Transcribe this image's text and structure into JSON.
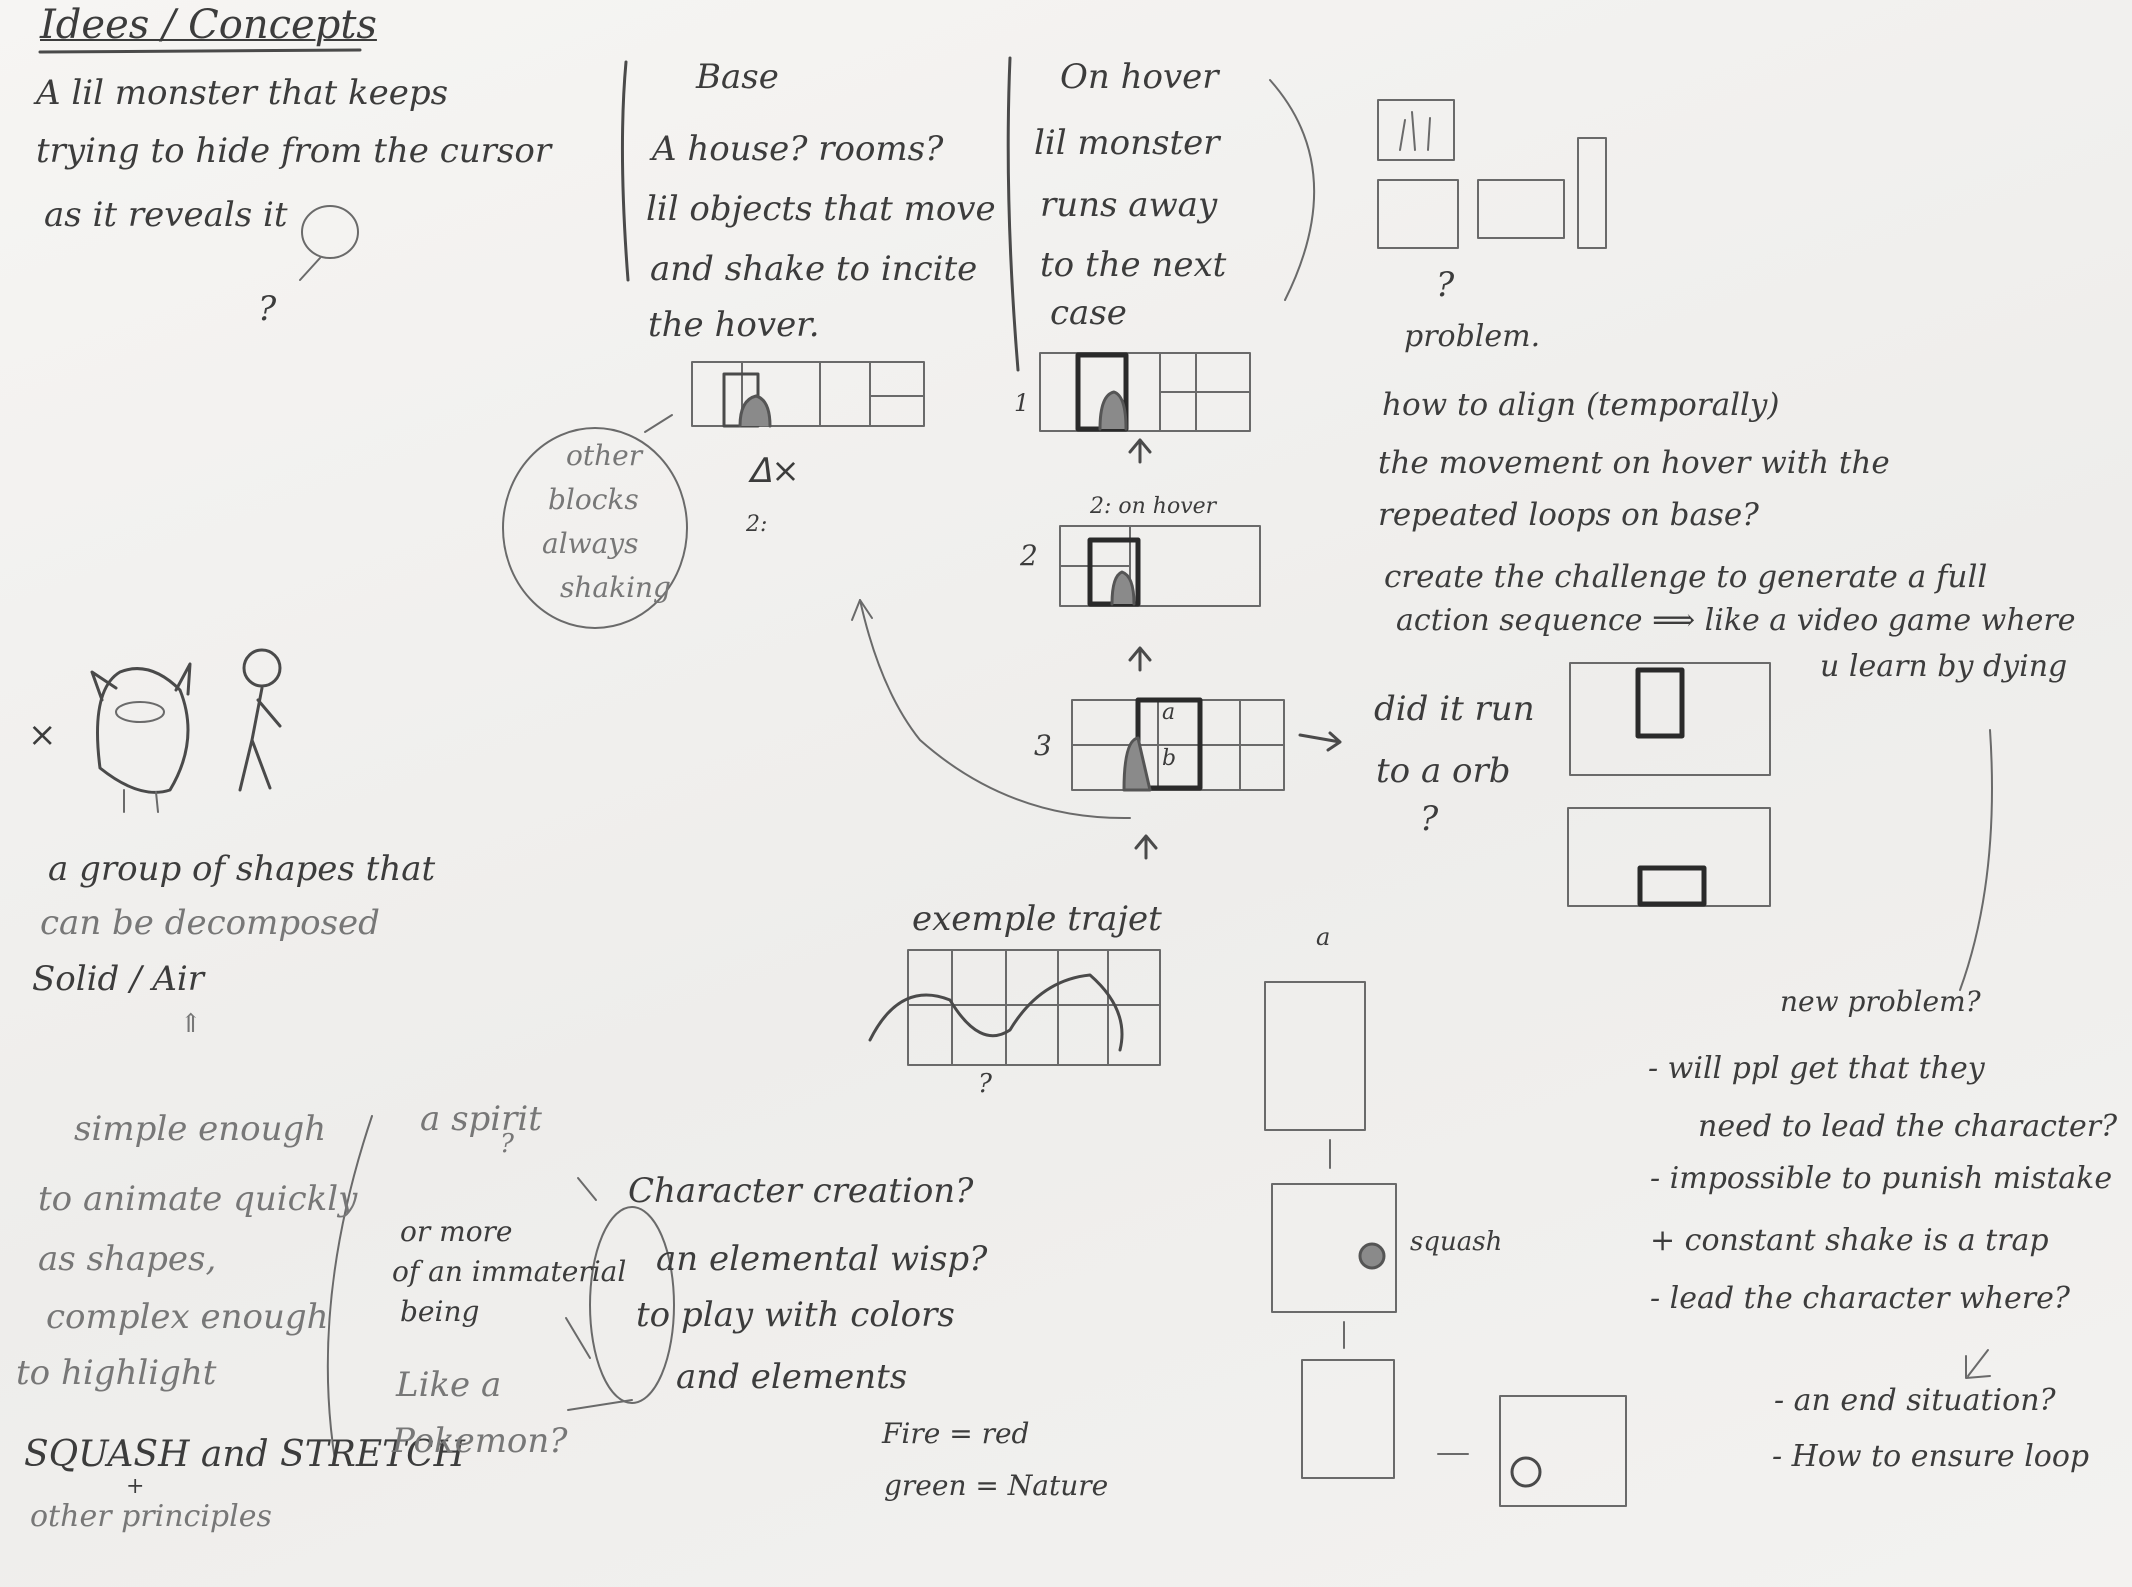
{
  "title": "Idees / Concepts",
  "intro": [
    "A lil monster that keeps",
    "trying to hide from the cursor",
    "as it reveals it"
  ],
  "intro_q": "?",
  "base": {
    "header": "Base",
    "lines": [
      "A house? rooms?",
      "lil objects that move",
      "and shake to incite",
      "the hover."
    ]
  },
  "hover": {
    "header": "On hover",
    "lines": [
      "lil monster",
      "runs away",
      "to the next",
      "case"
    ]
  },
  "other_blocks": [
    "other",
    "blocks",
    "always",
    "shaking"
  ],
  "base_mark": "ᐃ×",
  "base_num": "2:",
  "steps": {
    "n1": "1",
    "n2": "2",
    "n3": "3",
    "on_hover": "2: on hover",
    "a": "a",
    "b": "b"
  },
  "problem": {
    "q": "?",
    "label": "problem.",
    "lines": [
      "how to align (temporally)",
      "the movement on hover with the",
      "repeated loops on base?",
      "create the challenge to generate a full",
      "action sequence ⟹ like a video game where",
      "u learn by dying"
    ]
  },
  "did_it": [
    "did it run",
    "to a orb",
    "?"
  ],
  "group": [
    "a group of shapes that",
    "can be decomposed",
    "Solid / Air",
    "⇑"
  ],
  "simple": [
    "simple enough",
    "to animate quickly",
    "as shapes,",
    "complex enough",
    "to highlight",
    "SQUASH and STRETCH",
    "+",
    "other principles"
  ],
  "spirit": [
    "a spirit",
    "?",
    "or more",
    "of an immaterial",
    "being",
    "Like a",
    "Pokemon?"
  ],
  "character": [
    "Character creation?",
    "an elemental wisp?",
    "to play with colors",
    "and elements"
  ],
  "colors": [
    "Fire = red",
    "green = Nature"
  ],
  "trajet": {
    "label": "exemple trajet",
    "q": "?"
  },
  "squash": {
    "a": "a",
    "label": "squash"
  },
  "new_problem": {
    "label": "new problem?",
    "lines": [
      "- will ppl get that they",
      "need to lead the character?",
      "- impossible to punish mistake",
      "+ constant shake is a trap",
      "- lead the character where?",
      "- an end situation?",
      "- How to ensure loop"
    ]
  },
  "x_mark": "×"
}
